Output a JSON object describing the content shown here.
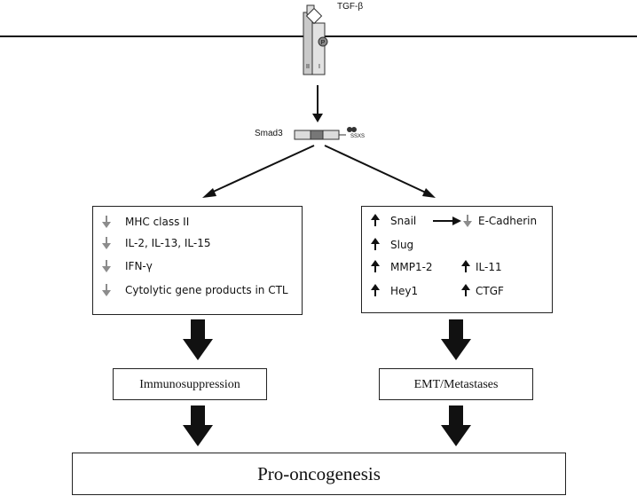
{
  "receptor": {
    "ligand_label": "TGF-β",
    "phospho_label": "P",
    "subunit_ii": "II",
    "subunit_i": "I"
  },
  "smad": {
    "label": "Smad3",
    "motif": "SSXS"
  },
  "immune_effects": {
    "items": [
      {
        "direction": "down",
        "label": "MHC class II"
      },
      {
        "direction": "down",
        "label": "IL-2, IL-13, IL-15"
      },
      {
        "direction": "down",
        "label": "IFN-γ"
      },
      {
        "direction": "down",
        "label": "Cytolytic gene products in CTL"
      }
    ]
  },
  "emt_effects": {
    "snail": "Snail",
    "ecadherin": "E-Cadherin",
    "slug": "Slug",
    "mmp": "MMP1-2",
    "il11": "IL-11",
    "hey1": "Hey1",
    "ctgf": "CTGF"
  },
  "outcomes": {
    "immunosuppression": "Immunosuppression",
    "emt": "EMT/Metastases",
    "final": "Pro-oncogenesis"
  },
  "colors": {
    "up_arrow": "#111111",
    "down_arrow": "#8c8c8c",
    "line": "#111111"
  }
}
